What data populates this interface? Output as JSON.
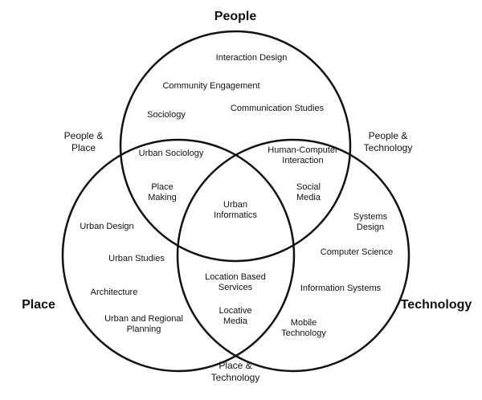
{
  "sets": {
    "people": "People",
    "place": "Place",
    "technology": "Technology"
  },
  "intersections": {
    "people_place": [
      "People &",
      "Place"
    ],
    "people_technology": [
      "People &",
      "Technology"
    ],
    "place_technology": [
      "Place &",
      "Technology"
    ]
  },
  "people_only": [
    "Interaction Design",
    "Community Engagement",
    "Sociology",
    "Communication Studies"
  ],
  "place_only": [
    "Urban Design",
    "Urban Studies",
    "Architecture",
    "Urban and Regional",
    "Planning"
  ],
  "technology_only": [
    "Systems",
    "Design",
    "Computer Science",
    "Information Systems",
    "Mobile",
    "Technology"
  ],
  "people_place_items": [
    "Urban Sociology",
    "Place",
    "Making"
  ],
  "people_technology_items": [
    "Human-Computer",
    "Interaction",
    "Social",
    "Media"
  ],
  "place_technology_items": [
    "Location Based",
    "Services",
    "Locative",
    "Media"
  ],
  "center": [
    "Urban",
    "Informatics"
  ],
  "colors": {
    "stroke": "#111111",
    "background": "#ffffff"
  }
}
